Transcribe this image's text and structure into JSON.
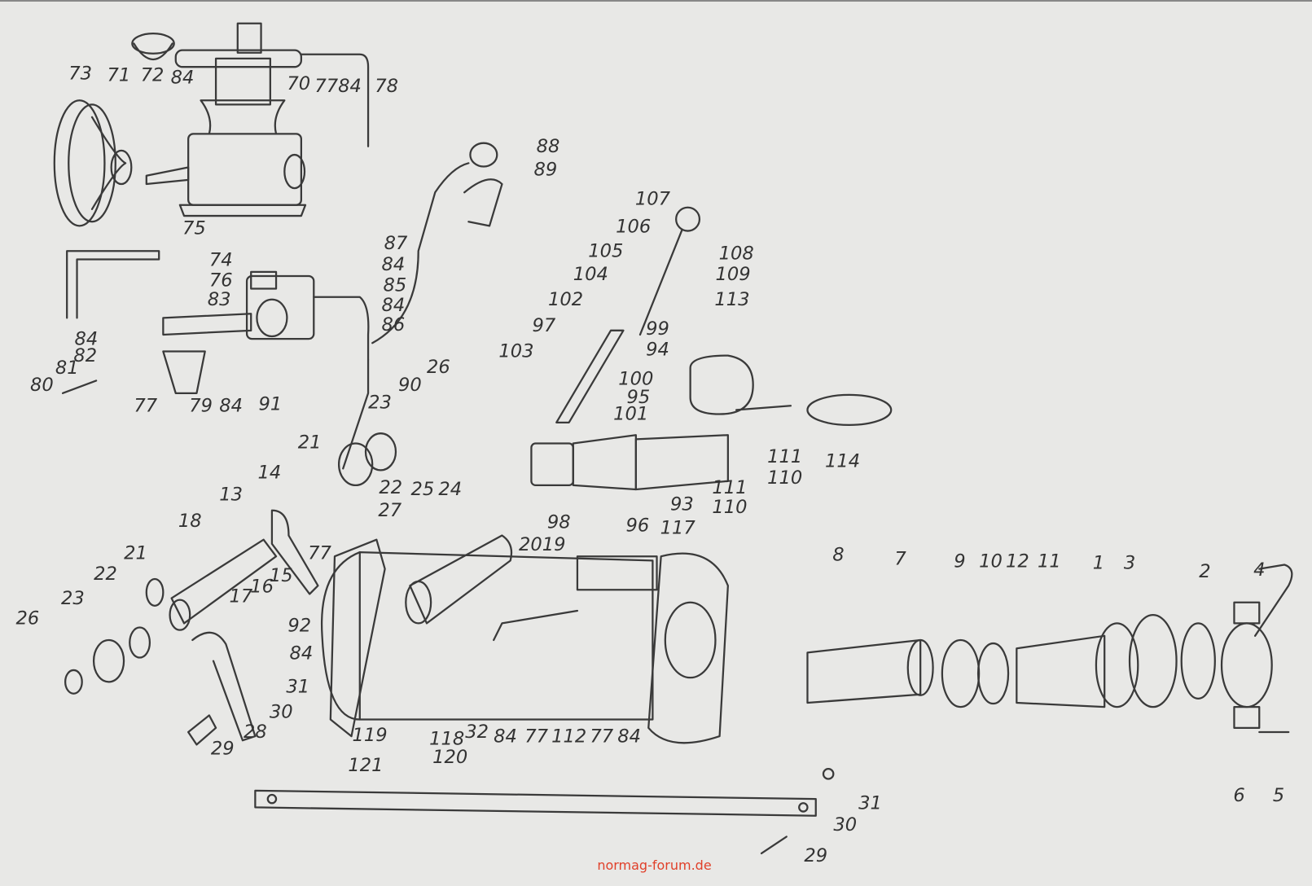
{
  "diagram": {
    "labels": [
      "73",
      "71",
      "72",
      "84",
      "70",
      "77",
      "84",
      "78",
      "88",
      "89",
      "75",
      "74",
      "76",
      "83",
      "84",
      "82",
      "81",
      "80",
      "77",
      "79",
      "84",
      "91",
      "87",
      "84",
      "85",
      "84",
      "86",
      "107",
      "106",
      "105",
      "104",
      "102",
      "108",
      "109",
      "113",
      "97",
      "103",
      "99",
      "94",
      "100",
      "95",
      "101",
      "90",
      "26",
      "23",
      "21",
      "22",
      "25",
      "24",
      "27",
      "114",
      "111",
      "110",
      "111",
      "110",
      "93",
      "98",
      "96",
      "117",
      "20",
      "19",
      "13",
      "14",
      "18",
      "21",
      "22",
      "23",
      "26",
      "17",
      "16",
      "15",
      "77",
      "92",
      "84",
      "31",
      "30",
      "28",
      "29",
      "119",
      "118",
      "120",
      "121",
      "32",
      "84",
      "77",
      "112",
      "77",
      "84",
      "8",
      "7",
      "9",
      "10",
      "12",
      "11",
      "1",
      "3",
      "2",
      "4",
      "6",
      "5",
      "30",
      "31",
      "29"
    ]
  },
  "watermark": "normag-forum.de"
}
